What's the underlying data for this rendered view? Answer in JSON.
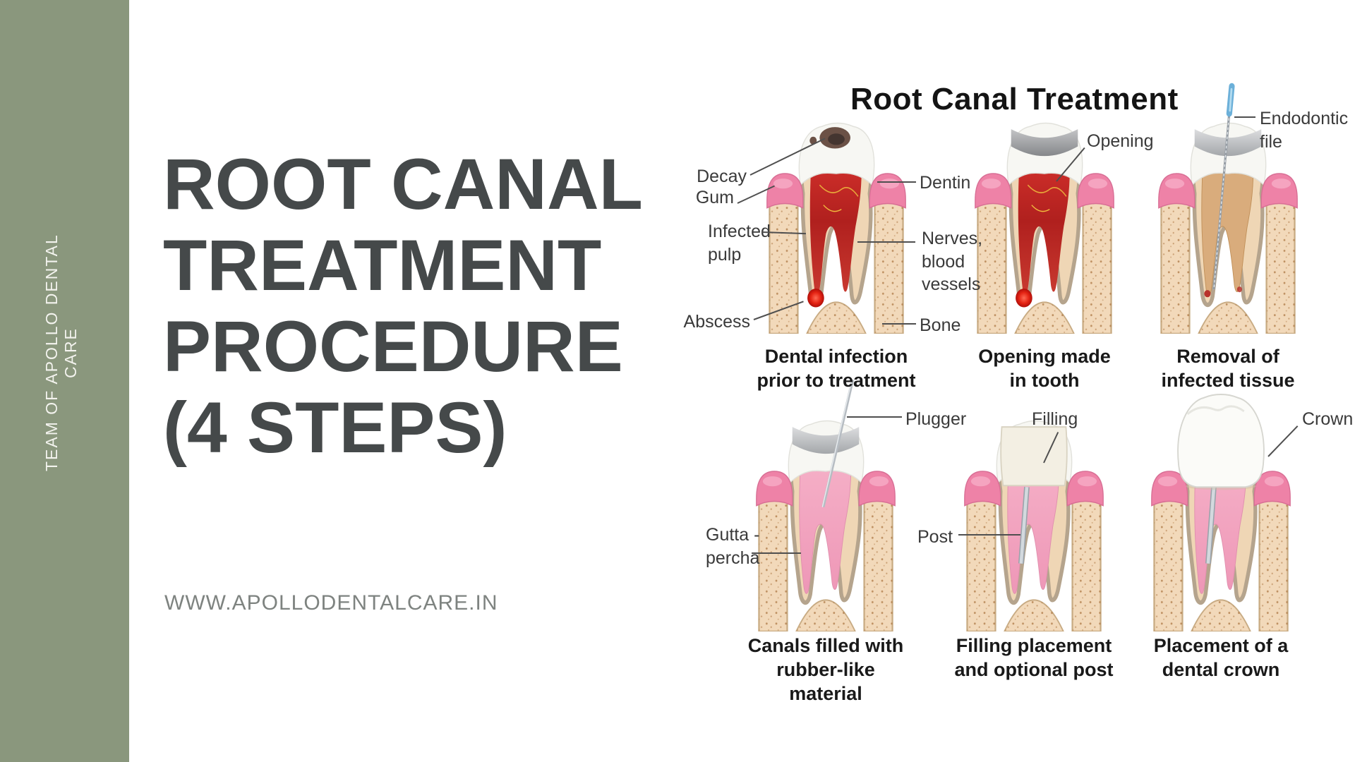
{
  "sidebar": {
    "vertical_text": "TEAM OF APOLLO DENTAL CARE",
    "bg_color": "#8a977d"
  },
  "hero": {
    "title_lines": [
      "ROOT CANAL",
      "TREATMENT",
      "PROCEDURE",
      "(4 STEPS)"
    ],
    "title_color": "#45494a",
    "website": "WWW.APOLLODENTALCARE.IN"
  },
  "diagram": {
    "title": "Root Canal Treatment",
    "labels": {
      "decay": "Decay",
      "gum": "Gum",
      "infected_pulp": "Infected\npulp",
      "abscess": "Abscess",
      "dentin": "Dentin",
      "nerves_blood_vessels": "Nerves,\nblood\nvessels",
      "bone": "Bone",
      "opening": "Opening",
      "endodontic_file": "Endodontic\nfile",
      "plugger": "Plugger",
      "gutta_percha": "Gutta -\npercha",
      "filling": "Filling",
      "post": "Post",
      "crown": "Crown"
    },
    "steps": [
      {
        "caption": "Dental infection\nprior to treatment"
      },
      {
        "caption": "Opening made\nin tooth"
      },
      {
        "caption": "Removal of\ninfected tissue"
      },
      {
        "caption": "Canals filled with\nrubber-like material"
      },
      {
        "caption": "Filling placement\nand optional post"
      },
      {
        "caption": "Placement of a\ndental crown"
      }
    ]
  }
}
